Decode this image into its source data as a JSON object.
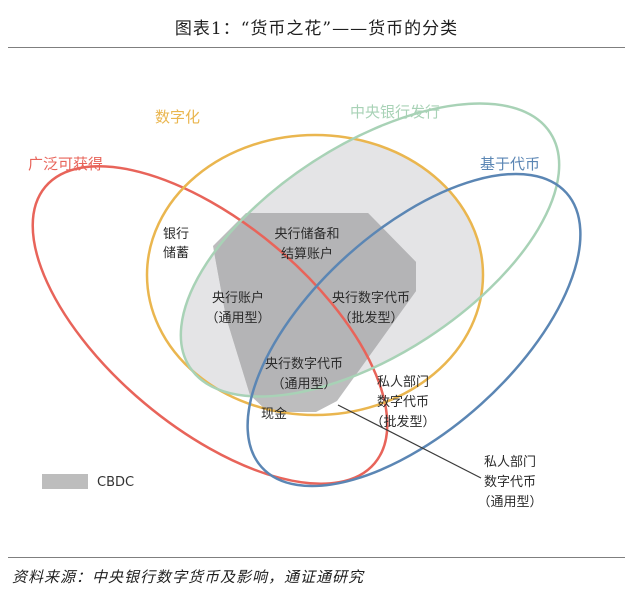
{
  "figure_title": "图表1：“货币之花”——货币的分类",
  "source_note": "资料来源：中央银行数字货币及影响，通证通研究",
  "sets": [
    {
      "label": "广泛可获得",
      "color": "#e8645a"
    },
    {
      "label": "数字化",
      "color": "#eab64f"
    },
    {
      "label": "中央银行发行",
      "color": "#a8d2b6"
    },
    {
      "label": "基于代币",
      "color": "#5b86b4"
    }
  ],
  "regions": {
    "bank_deposits": [
      "银行",
      "储蓄"
    ],
    "cb_reserves": [
      "央行储备和",
      "结算账户"
    ],
    "cb_accounts": [
      "央行账户",
      "（通用型）"
    ],
    "cb_token_wholesale": [
      "央行数字代币",
      "（批发型）"
    ],
    "cb_token_general": [
      "央行数字代币",
      "（通用型）"
    ],
    "cash": [
      "现金"
    ],
    "private_token_wholesale": [
      "私人部门",
      "数字代币",
      "（批发型）"
    ],
    "private_token_general": [
      "私人部门",
      "数字代币",
      "（通用型）"
    ]
  },
  "legend": {
    "label": "CBDC",
    "color": "#bdbdbd"
  }
}
